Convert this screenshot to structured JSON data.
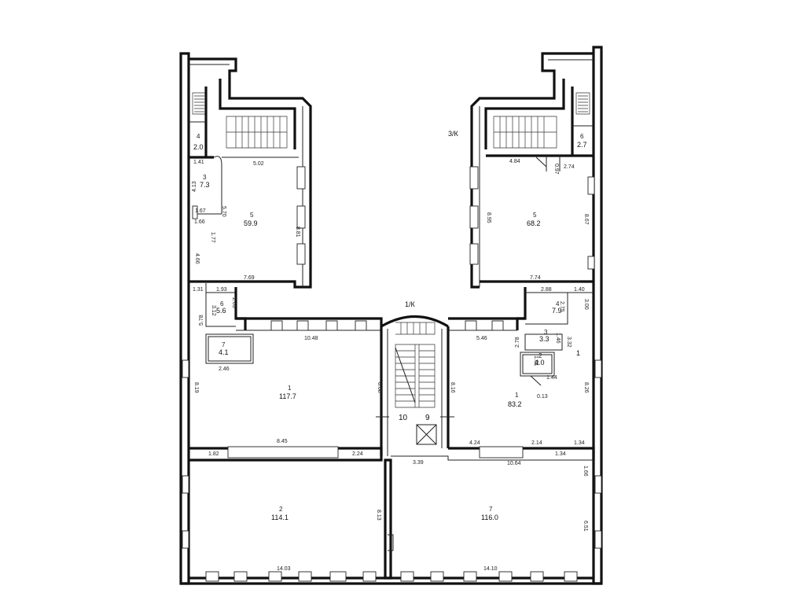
{
  "labels": {
    "block_1": "1/К",
    "block_3": "3/К",
    "axis_left": "10",
    "axis_right": "9",
    "marker_1": "1"
  },
  "rooms": [
    {
      "id": "left-closet",
      "no": "4",
      "area": "2.0"
    },
    {
      "id": "left-corridor",
      "no": "3",
      "area": "7.3"
    },
    {
      "id": "left-hall",
      "no": "5",
      "area": "59.9"
    },
    {
      "id": "left-wc",
      "no": "6",
      "area": "5.6"
    },
    {
      "id": "left-wc2",
      "no": "7",
      "area": "4.1"
    },
    {
      "id": "left-main",
      "no": "1",
      "area": "117.7"
    },
    {
      "id": "bottom-left",
      "no": "2",
      "area": "114.1"
    },
    {
      "id": "bottom-right",
      "no": "7",
      "area": "116.0"
    },
    {
      "id": "right-main",
      "no": "1",
      "area": "83.2"
    },
    {
      "id": "right-hall",
      "no": "5",
      "area": "68.2"
    },
    {
      "id": "right-closet",
      "no": "6",
      "area": "2.7"
    },
    {
      "id": "right-wc",
      "no": "4",
      "area": "7.9"
    },
    {
      "id": "right-wc2",
      "no": "3",
      "area": "3.3"
    },
    {
      "id": "right-wc3",
      "no": "2",
      "area": "4.0"
    }
  ],
  "dimensions": [
    {
      "id": "d-1-41",
      "text": "1.41"
    },
    {
      "id": "d-5-02",
      "text": "5.02"
    },
    {
      "id": "d-4-13",
      "text": "4.13"
    },
    {
      "id": "d-5-70",
      "text": "5.70"
    },
    {
      "id": "d-1-67",
      "text": "1.67"
    },
    {
      "id": "d-1-66",
      "text": "1.66"
    },
    {
      "id": "d-1-77",
      "text": "1.77"
    },
    {
      "id": "d-8-81",
      "text": "8.81"
    },
    {
      "id": "d-4-66",
      "text": "4.66"
    },
    {
      "id": "d-7-69",
      "text": "7.69"
    },
    {
      "id": "d-1-31",
      "text": "1.31"
    },
    {
      "id": "d-1-93",
      "text": "1.93"
    },
    {
      "id": "d-3-12",
      "text": "3.12"
    },
    {
      "id": "d-2-63",
      "text": "2.63"
    },
    {
      "id": "d-5-78",
      "text": "5.78"
    },
    {
      "id": "d-10-48",
      "text": "10.48"
    },
    {
      "id": "d-2-46",
      "text": "2.46"
    },
    {
      "id": "d-8-19",
      "text": "8.19"
    },
    {
      "id": "d-8-08",
      "text": "8.08"
    },
    {
      "id": "d-8-45",
      "text": "8.45"
    },
    {
      "id": "d-1-82",
      "text": "1.82"
    },
    {
      "id": "d-2-24",
      "text": "2.24"
    },
    {
      "id": "d-8-13",
      "text": "8.13"
    },
    {
      "id": "d-14-03",
      "text": "14.03"
    },
    {
      "id": "d-3-39",
      "text": "3.39"
    },
    {
      "id": "d-14-10",
      "text": "14.10"
    },
    {
      "id": "d-10-64",
      "text": "10.64"
    },
    {
      "id": "d-1-34a",
      "text": "1.34"
    },
    {
      "id": "d-1-34b",
      "text": "1.34"
    },
    {
      "id": "d-1-66b",
      "text": "1.66"
    },
    {
      "id": "d-6-51",
      "text": "6.51"
    },
    {
      "id": "d-4-24",
      "text": "4.24"
    },
    {
      "id": "d-2-14",
      "text": "2.14"
    },
    {
      "id": "d-8-16",
      "text": "8.16"
    },
    {
      "id": "d-8-26",
      "text": "8.26"
    },
    {
      "id": "d-5-46",
      "text": "5.46"
    },
    {
      "id": "d-2-78",
      "text": "2.78"
    },
    {
      "id": "d-1-01",
      "text": "1.01"
    },
    {
      "id": "d-1-44",
      "text": "1.44"
    },
    {
      "id": "d-0-13",
      "text": "0.13"
    },
    {
      "id": "d-1-46",
      "text": "1.46"
    },
    {
      "id": "d-3-32",
      "text": "3.32"
    },
    {
      "id": "d-2-88",
      "text": "2.88"
    },
    {
      "id": "d-1-40",
      "text": "1.40"
    },
    {
      "id": "d-2-75",
      "text": "2.75"
    },
    {
      "id": "d-3-00",
      "text": "3.00"
    },
    {
      "id": "d-7-74",
      "text": "7.74"
    },
    {
      "id": "d-4-84",
      "text": "4.84"
    },
    {
      "id": "d-0-97",
      "text": "0.97"
    },
    {
      "id": "d-2-74",
      "text": "2.74"
    },
    {
      "id": "d-8-95",
      "text": "8.95"
    },
    {
      "id": "d-8-67",
      "text": "8.67"
    }
  ]
}
